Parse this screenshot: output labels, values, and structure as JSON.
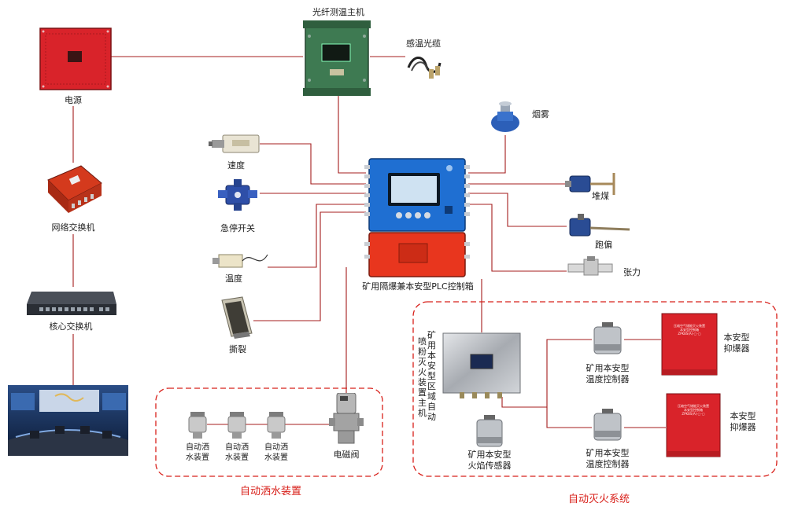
{
  "title": "",
  "colors": {
    "wire": "#a41c1c",
    "zone_border": "#d8201a",
    "zone_title": "#d8201a",
    "plc_blue": "#1f6fd2",
    "plc_red": "#e8361e",
    "explosion_box_green": "#3e7a52",
    "power_box_red": "#d9232a"
  },
  "devices": {
    "fiber_host": "光纤测温主机",
    "fiber_cable": "感温光缆",
    "power": "电源",
    "network_switch": "网络交换机",
    "core_switch": "核心交换机",
    "speed": "速度",
    "estop": "急停开关",
    "temperature": "温度",
    "tear": "撕裂",
    "smoke": "烟雾",
    "coal_pile": "堆煤",
    "deviation": "跑偏",
    "tension": "张力",
    "plc_box": "矿用隔爆兼本安型PLC控制箱"
  },
  "sprinkler_zone": {
    "title": "自动洒水装置",
    "units": [
      "自动洒\n水装置",
      "自动洒\n水装置",
      "自动洒\n水装置"
    ],
    "valve": "电磁阀"
  },
  "fire_zone": {
    "title": "自动灭火系统",
    "host_col1": "矿用本安型区域自动",
    "host_col2": "喷粉灭火装置主机",
    "flame_sensor": "矿用本安型\n火焰传感器",
    "temp_controller_top": "矿用本安型\n温度控制器",
    "temp_controller_bottom": "矿用本安型\n温度控制器",
    "suppressor_top": "本安型\n抑爆器",
    "suppressor_bottom": "本安型\n抑爆器",
    "suppressor_plate_text": "压缩空气储能灭火装置\n本安型控制箱\nZPKBS(A)-▢-▢"
  }
}
